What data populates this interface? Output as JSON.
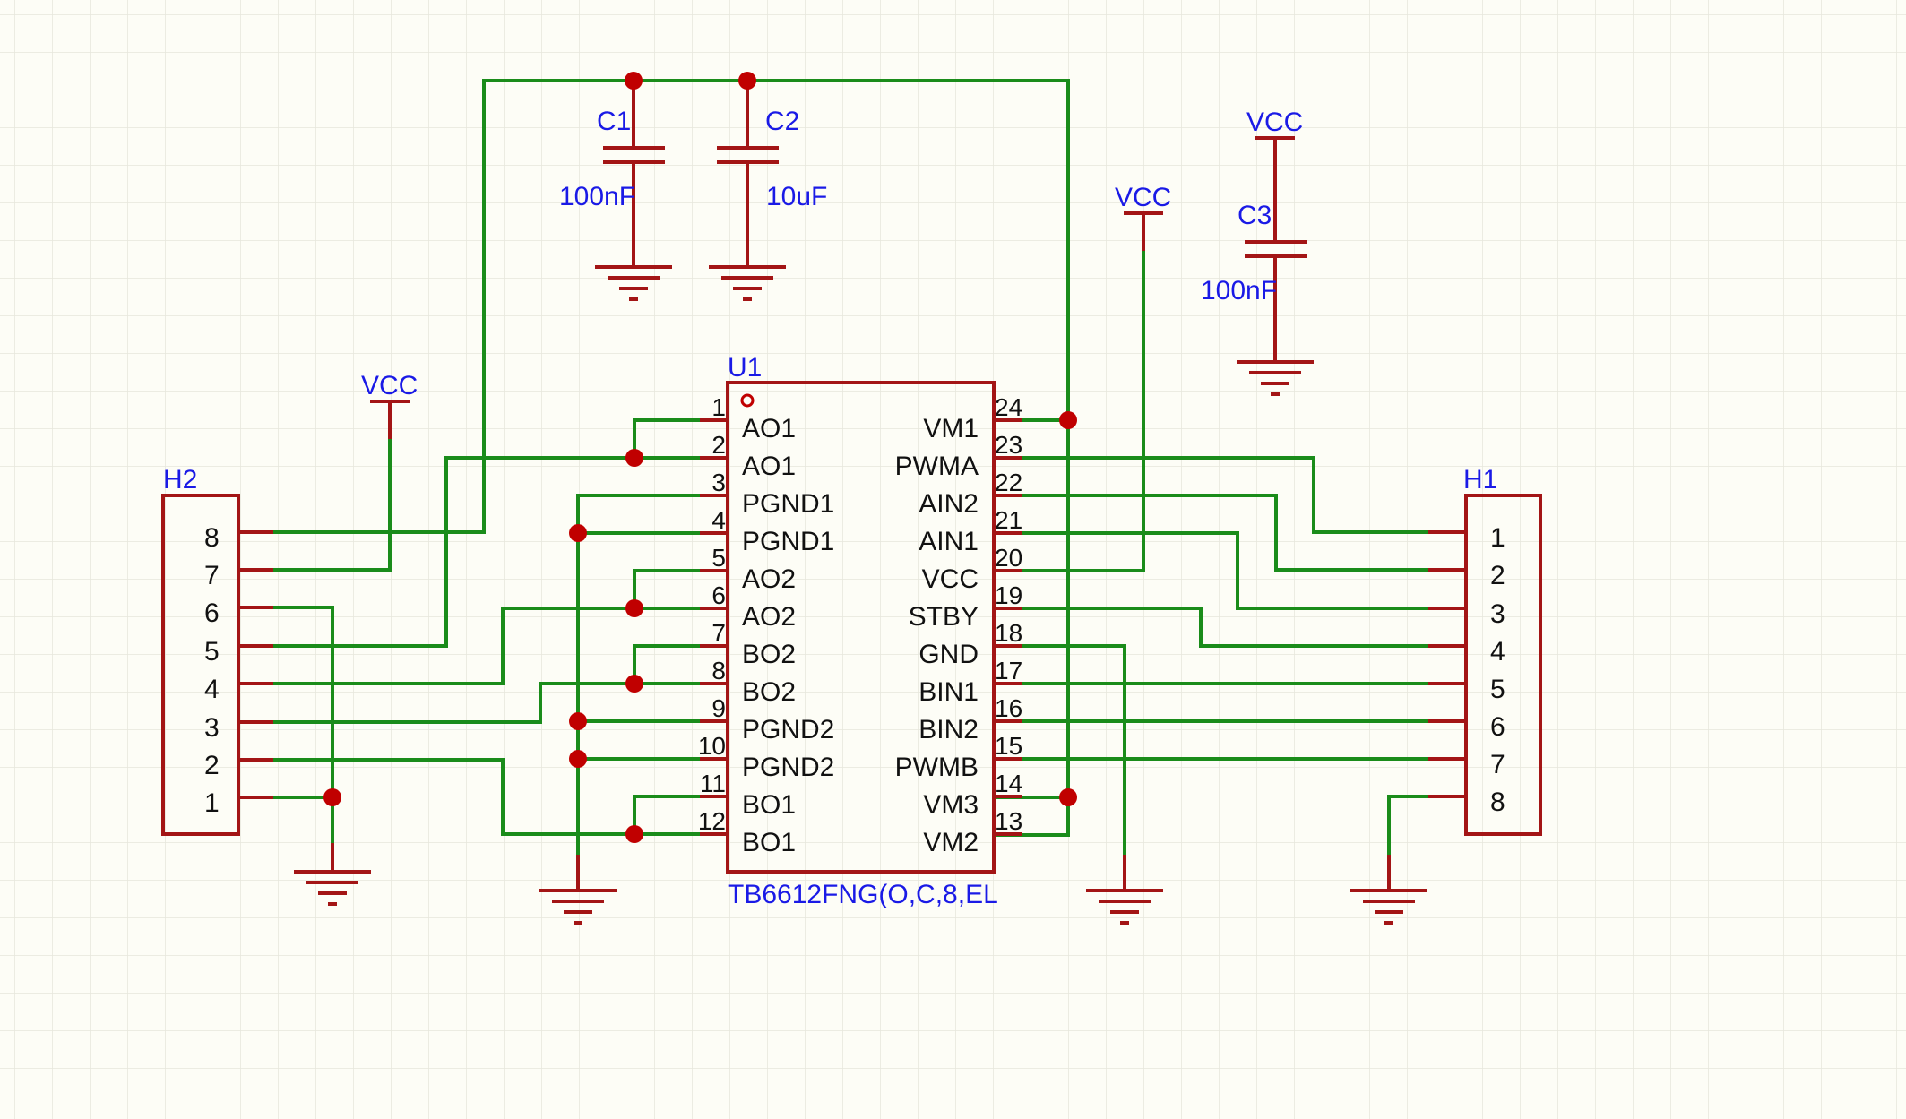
{
  "u1": {
    "ref": "U1",
    "value": "TB6612FNG(O,C,8,EL",
    "left_pins": [
      {
        "num": "1",
        "name": "AO1"
      },
      {
        "num": "2",
        "name": "AO1"
      },
      {
        "num": "3",
        "name": "PGND1"
      },
      {
        "num": "4",
        "name": "PGND1"
      },
      {
        "num": "5",
        "name": "AO2"
      },
      {
        "num": "6",
        "name": "AO2"
      },
      {
        "num": "7",
        "name": "BO2"
      },
      {
        "num": "8",
        "name": "BO2"
      },
      {
        "num": "9",
        "name": "PGND2"
      },
      {
        "num": "10",
        "name": "PGND2"
      },
      {
        "num": "11",
        "name": "BO1"
      },
      {
        "num": "12",
        "name": "BO1"
      }
    ],
    "right_pins": [
      {
        "num": "24",
        "name": "VM1"
      },
      {
        "num": "23",
        "name": "PWMA"
      },
      {
        "num": "22",
        "name": "AIN2"
      },
      {
        "num": "21",
        "name": "AIN1"
      },
      {
        "num": "20",
        "name": "VCC"
      },
      {
        "num": "19",
        "name": "STBY"
      },
      {
        "num": "18",
        "name": "GND"
      },
      {
        "num": "17",
        "name": "BIN1"
      },
      {
        "num": "16",
        "name": "BIN2"
      },
      {
        "num": "15",
        "name": "PWMB"
      },
      {
        "num": "14",
        "name": "VM3"
      },
      {
        "num": "13",
        "name": "VM2"
      }
    ]
  },
  "h1": {
    "ref": "H1",
    "pins": [
      "1",
      "2",
      "3",
      "4",
      "5",
      "6",
      "7",
      "8"
    ]
  },
  "h2": {
    "ref": "H2",
    "pins": [
      "8",
      "7",
      "6",
      "5",
      "4",
      "3",
      "2",
      "1"
    ]
  },
  "capacitors": [
    {
      "ref": "C1",
      "value": "100nF"
    },
    {
      "ref": "C2",
      "value": "10uF"
    },
    {
      "ref": "C3",
      "value": "100nF"
    }
  ],
  "power": {
    "vcc_label": "VCC"
  },
  "colors": {
    "wire": "#1a8c1a",
    "symbol": "#a31515",
    "label": "#1a1ae6",
    "junction": "#c00000",
    "grid": "#e6e6dc"
  }
}
